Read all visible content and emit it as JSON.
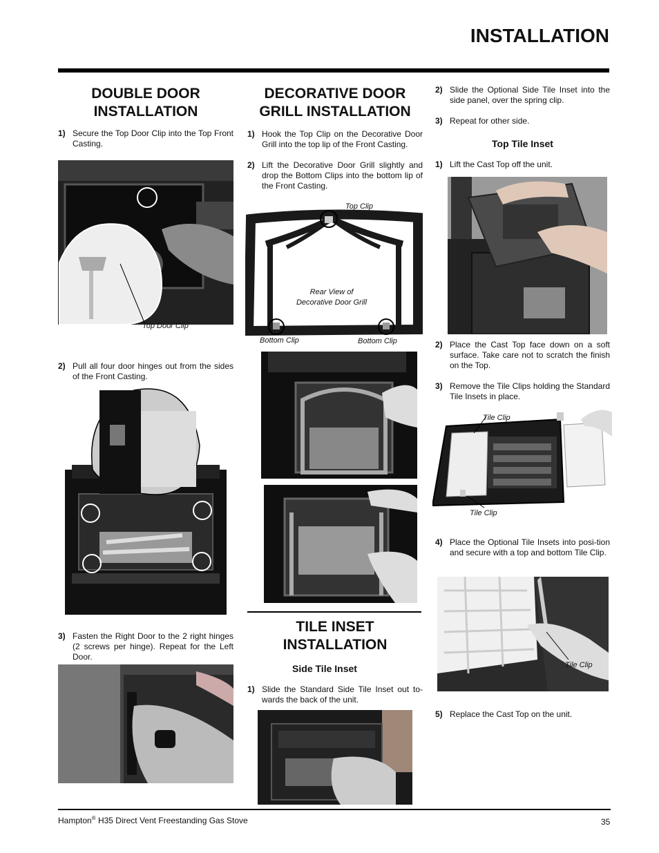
{
  "page": {
    "title": "INSTALLATION",
    "page_number": "35",
    "footer": {
      "brand": "Hampton",
      "reg": "®",
      "product": " H35 Direct Vent Freestanding Gas Stove"
    }
  },
  "col1": {
    "heading_line1": "DOUBLE DOOR",
    "heading_line2": "INSTALLATION",
    "steps": [
      {
        "num": "1)",
        "text": "Secure the Top Door Clip into the Top Front Casting."
      },
      {
        "num": "2)",
        "text": "Pull all four door hinges out from the sides of the Front Casting."
      },
      {
        "num": "3)",
        "text": "Fasten the Right Door to the 2 right hinges (2 screws per hinge). Repeat for the Left Door."
      }
    ],
    "caption_top_door_clip": "Top Door Clip"
  },
  "col2": {
    "heading_line1": "DECORATIVE DOOR",
    "heading_line2": "GRILL INSTALLATION",
    "steps": [
      {
        "num": "1)",
        "text": "Hook the Top Clip on the Decorative Door Grill into the top  lip of the Front Casting."
      },
      {
        "num": "2)",
        "text": "Lift the Decorative Door Grill slightly and drop the Bottom Clips into the bottom lip of the Front Casting."
      }
    ],
    "captions": {
      "top_clip": "Top Clip",
      "rear_view_line1": "Rear View of",
      "rear_view_line2": "Decorative Door Grill",
      "bottom_clip_left": "Bottom Clip",
      "bottom_clip_right": "Bottom Clip"
    },
    "tile_heading_line1": "TILE INSET",
    "tile_heading_line2": "INSTALLATION",
    "side_tile_heading": "Side Tile Inset",
    "side_steps": [
      {
        "num": "1)",
        "text": "Slide the Standard Side Tile Inset out to-wards the back of the unit."
      }
    ]
  },
  "col3": {
    "side_steps": [
      {
        "num": "2)",
        "text": "Slide the Optional Side Tile Inset into the side panel, over the spring clip."
      },
      {
        "num": "3)",
        "text": "Repeat for other side."
      }
    ],
    "top_tile_heading": "Top Tile Inset",
    "top_steps": [
      {
        "num": "1)",
        "text": "Lift the Cast Top off the unit."
      },
      {
        "num": "2)",
        "text": "Place the Cast Top face down on a soft surface. Take care not to scratch the finish on the Top."
      },
      {
        "num": "3)",
        "text": "Remove the Tile Clips holding the Standard Tile Insets in place."
      },
      {
        "num": "4)",
        "text": "Place the Optional Tile Insets into posi-tion and secure with a top and bottom Tile Clip."
      },
      {
        "num": "5)",
        "text": "Replace the Cast Top on the unit."
      }
    ],
    "captions": {
      "tile_clip_top": "Tile Clip",
      "tile_clip_bottom": "Tile Clip",
      "tile_clip_closeup": "Tile Clip"
    }
  }
}
